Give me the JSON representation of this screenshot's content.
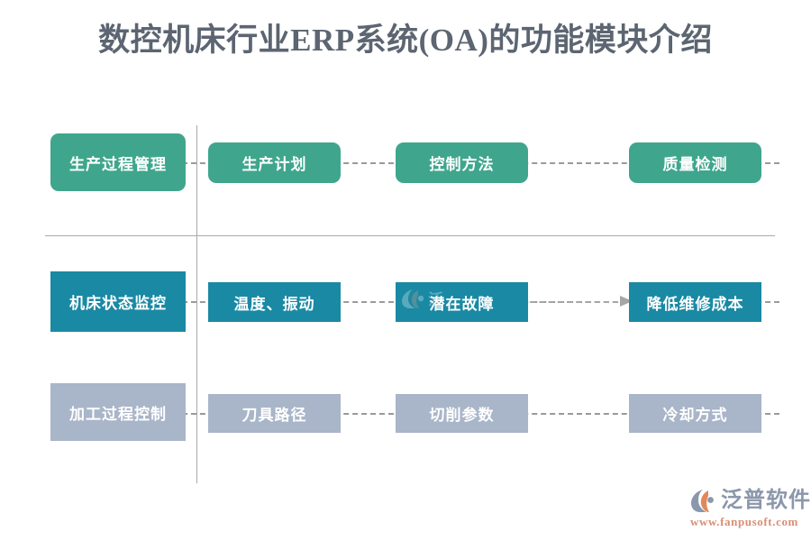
{
  "header": {
    "title": "数控机床行业ERP系统(OA)的功能模块介绍",
    "title_color": "#5c6571"
  },
  "colors": {
    "row1": "#3fa68d",
    "row2": "#1a89a4",
    "row3": "#a9b5c8",
    "line": "#a9a9a9",
    "dash": "#9a9a9a",
    "arrow": "#a6a6a6",
    "box_text": "#ffffff",
    "background": "#ffffff"
  },
  "diagram": {
    "rows": [
      {
        "id": "production-process",
        "lead": "生产过程管理",
        "steps": [
          "生产计划",
          "控制方法",
          "质量检测"
        ],
        "color": "#3fa68d",
        "shape": "rounded",
        "connector": "dashed"
      },
      {
        "id": "machine-status-monitoring",
        "lead": "机床状态监控",
        "steps": [
          "温度、振动",
          "潜在故障",
          "降低维修成本"
        ],
        "color": "#1a89a4",
        "shape": "square",
        "connector": "dashed-arrow"
      },
      {
        "id": "machining-process-control",
        "lead": "加工过程控制",
        "steps": [
          "刀具路径",
          "切削参数",
          "冷却方式"
        ],
        "color": "#a9b5c8",
        "shape": "square",
        "connector": "dashed"
      }
    ]
  },
  "logo": {
    "brand": "泛普软件",
    "url": "www.fanpusoft.com",
    "brand_color": "#8b97ab",
    "url_color": "#d98e73",
    "mark_color_primary": "#8b97ab",
    "mark_color_accent": "#e08a5a"
  }
}
